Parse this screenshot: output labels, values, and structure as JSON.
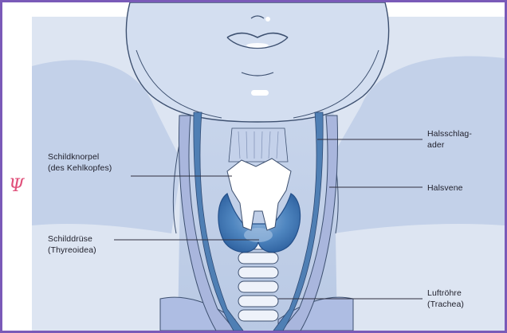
{
  "labels": {
    "schildknorpel": [
      "Schildknorpel",
      "(des Kehlkopfes)"
    ],
    "schilddruese": [
      "Schilddrüse",
      "(Thyreoidea)"
    ],
    "halsschlagader": [
      "Halsschlag-",
      "ader"
    ],
    "halsvene": [
      "Halsvene"
    ],
    "luftroehre": [
      "Luftröhre",
      "(Trachea)"
    ]
  },
  "margin_mark": {
    "text": "Ψ",
    "color": "#e0507a"
  },
  "colors": {
    "frame": "#7a5ab8",
    "background": "#dde5f2",
    "skin": "#c5d3ea",
    "outline": "#3d5070",
    "vein": "#a9b6dd",
    "artery": "#4f7fb4",
    "thyroid": "#3e78b4",
    "cartilage": "#ffffff",
    "text": "#1e1e2a",
    "leader": "#303040"
  }
}
